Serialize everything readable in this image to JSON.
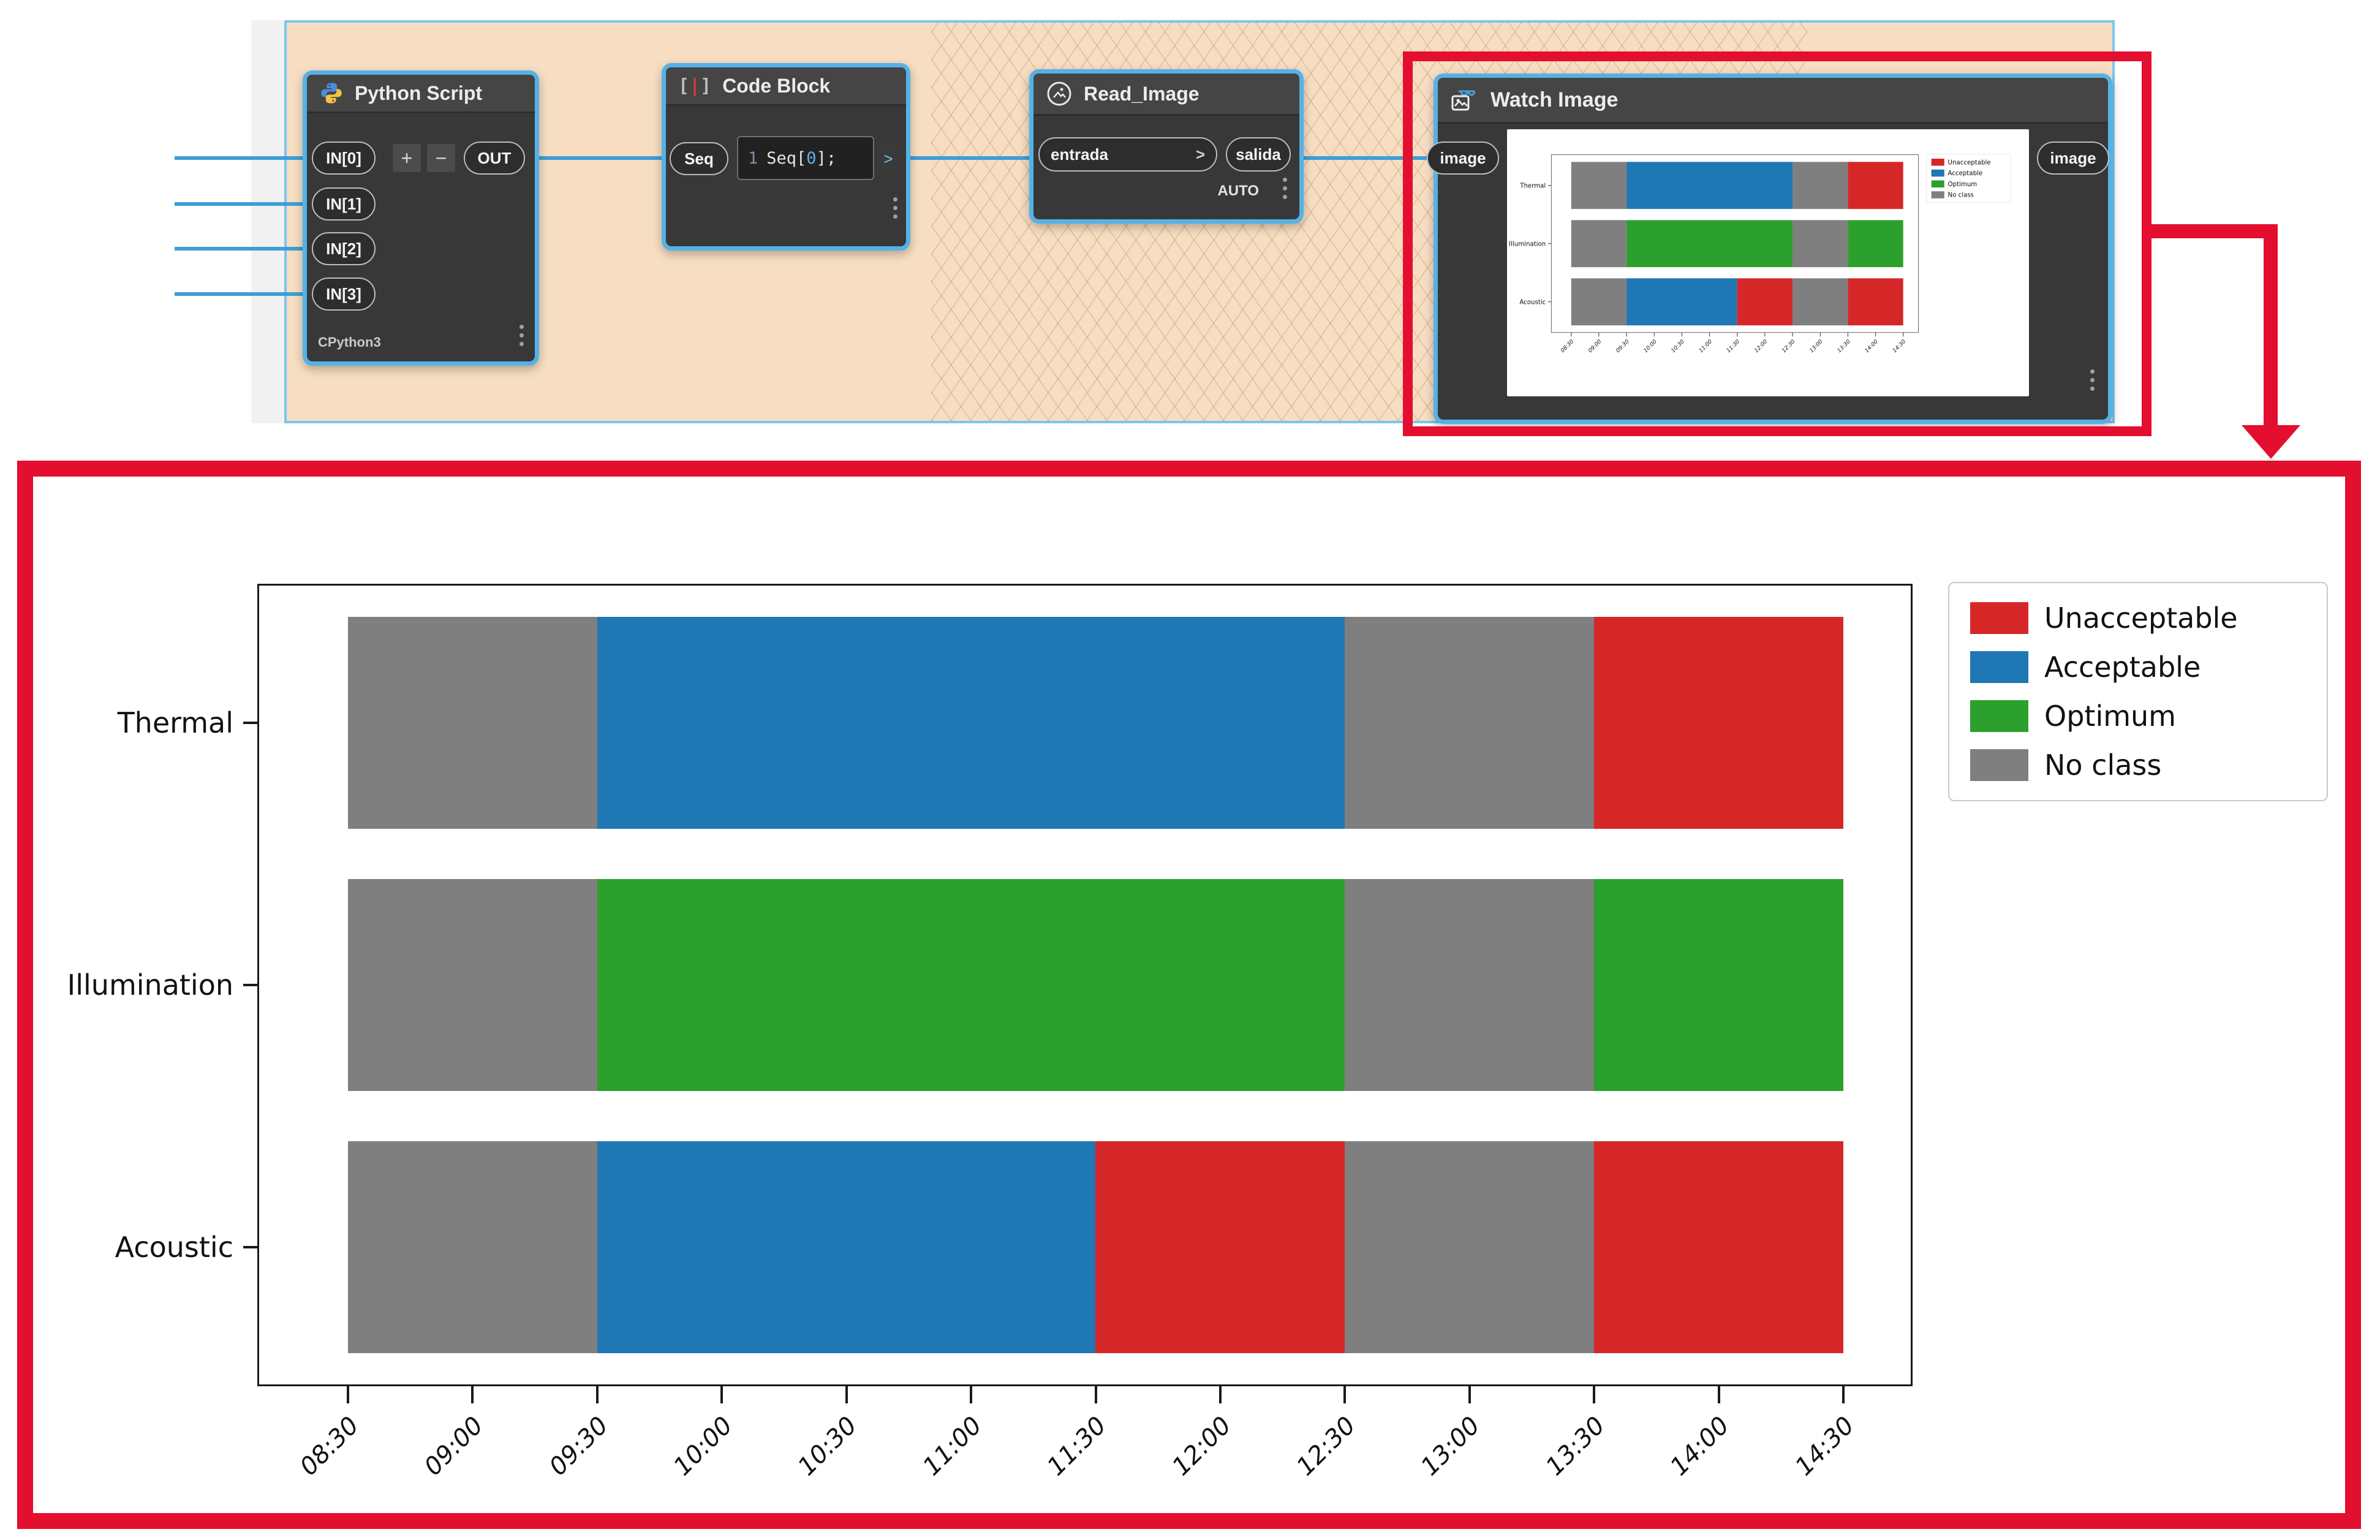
{
  "node_editor": {
    "python_node": {
      "title": "Python Script",
      "ports_in": [
        "IN[0]",
        "IN[1]",
        "IN[2]",
        "IN[3]"
      ],
      "port_out": "OUT",
      "add_label": "+",
      "remove_label": "−",
      "footer": "CPython3"
    },
    "code_node": {
      "title": "Code Block",
      "bracket_left": "[",
      "bracket_bar": "|",
      "bracket_right": "]",
      "port_in": "Seq",
      "line_number": "1",
      "code_pre": "Seq[",
      "code_zero": "0",
      "code_post": "];",
      "expand_label": ">"
    },
    "read_node": {
      "title": "Read_Image",
      "port_in": "entrada",
      "expand_label": ">",
      "port_out": "salida",
      "footer": "AUTO"
    },
    "watch_node": {
      "title": "Watch Image",
      "port_in": "image",
      "port_out": "image"
    }
  },
  "chart_data": {
    "type": "bar",
    "orientation": "horizontal_stacked_timeline",
    "title": "",
    "xlabel": "",
    "ylabel": "",
    "categories": [
      "Thermal",
      "Illumination",
      "Acoustic"
    ],
    "x_ticks": [
      "08:30",
      "09:00",
      "09:30",
      "10:00",
      "10:30",
      "11:00",
      "11:30",
      "12:00",
      "12:30",
      "13:00",
      "13:30",
      "14:00",
      "14:30"
    ],
    "x_range": [
      "08:30",
      "14:30"
    ],
    "grid": false,
    "legend_position": "upper right outside plot",
    "legend": [
      {
        "label": "Unacceptable",
        "color": "#d62728"
      },
      {
        "label": "Acceptable",
        "color": "#1f77b4"
      },
      {
        "label": "Optimum",
        "color": "#2ca02c"
      },
      {
        "label": "No class",
        "color": "#7f7f7f"
      }
    ],
    "rows": [
      {
        "category": "Thermal",
        "segments": [
          {
            "class": "No class",
            "start": "08:30",
            "end": "09:30"
          },
          {
            "class": "Acceptable",
            "start": "09:30",
            "end": "12:30"
          },
          {
            "class": "No class",
            "start": "12:30",
            "end": "13:30"
          },
          {
            "class": "Unacceptable",
            "start": "13:30",
            "end": "14:30"
          }
        ]
      },
      {
        "category": "Illumination",
        "segments": [
          {
            "class": "No class",
            "start": "08:30",
            "end": "09:30"
          },
          {
            "class": "Optimum",
            "start": "09:30",
            "end": "12:30"
          },
          {
            "class": "No class",
            "start": "12:30",
            "end": "13:30"
          },
          {
            "class": "Optimum",
            "start": "13:30",
            "end": "14:30"
          }
        ]
      },
      {
        "category": "Acoustic",
        "segments": [
          {
            "class": "No class",
            "start": "08:30",
            "end": "09:30"
          },
          {
            "class": "Acceptable",
            "start": "09:30",
            "end": "11:30"
          },
          {
            "class": "Unacceptable",
            "start": "11:30",
            "end": "12:30"
          },
          {
            "class": "No class",
            "start": "12:30",
            "end": "13:30"
          },
          {
            "class": "Unacceptable",
            "start": "13:30",
            "end": "14:30"
          }
        ]
      }
    ]
  }
}
